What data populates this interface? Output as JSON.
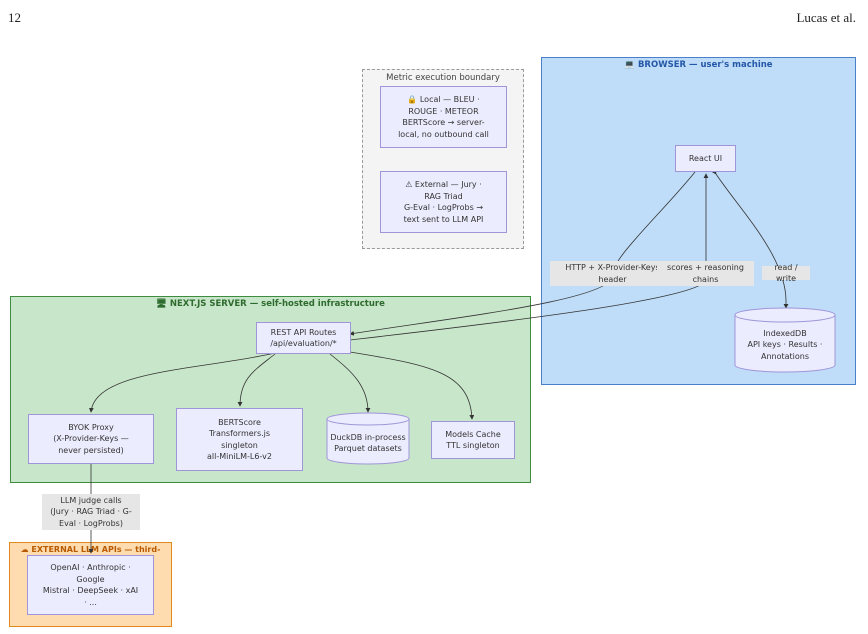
{
  "header": {
    "page_number": "12",
    "author": "Lucas et al."
  },
  "metric_boundary": {
    "title": "Metric execution boundary",
    "local": "🔒 Local — BLEU ·\nROUGE · METEOR\nBERTScore  →  server-\nlocal, no outbound call",
    "external": "⚠  External — Jury ·\nRAG Triad\nG-Eval · LogProbs  →\ntext sent to LLM API"
  },
  "browser": {
    "title": "💻 BROWSER — user's machine",
    "react_ui": "React UI",
    "indexeddb": "IndexedDB\nAPI keys · Results ·\nAnnotations"
  },
  "server": {
    "title": "🖥 NEXT.JS SERVER — self-hosted infrastructure",
    "rest_api": "REST API Routes\n/api/evaluation/*",
    "byok": "BYOK Proxy\n(X-Provider-Keys —\nnever persisted)",
    "bertscore": "BERTScore\nTransformers.js\nsingleton\nall-MiniLM-L6-v2",
    "duckdb": "DuckDB in-process\nParquet datasets",
    "models_cache": "Models Cache\nTTL singleton"
  },
  "external": {
    "title": "☁ EXTERNAL LLM APIs — third-party",
    "providers": "OpenAI · Anthropic ·\nGoogle\nMistral · DeepSeek · xAI\n· ..."
  },
  "edge_labels": {
    "http": "HTTP + X-Provider-Keys\nheader",
    "scores": "scores + reasoning\nchains",
    "readwrite": "read / write",
    "judge": "LLM judge calls\n(Jury · RAG Triad · G-\nEval · LogProbs)"
  },
  "colors": {
    "browser_fill": "#bfddf8",
    "browser_border": "#4a7fc9",
    "server_fill": "#c8e6c9",
    "server_border": "#3f8b3f",
    "external_fill": "#ffdcb0",
    "external_border": "#e08a1e",
    "node_fill": "#ececff",
    "node_border": "#9f95d8"
  }
}
